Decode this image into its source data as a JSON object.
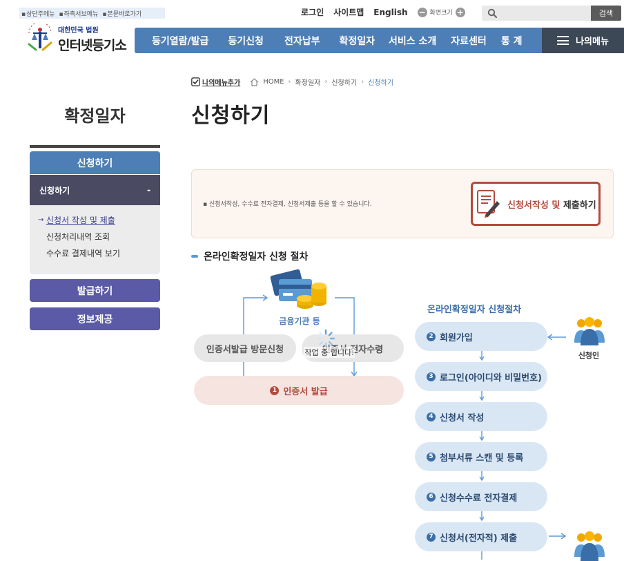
{
  "skip_links": [
    "상단주메뉴",
    "좌측서브메뉴",
    "본문바로가기"
  ],
  "util": {
    "login": "로그인",
    "sitemap": "사이트맵",
    "english": "English",
    "zoom_label": "화면크기"
  },
  "search": {
    "placeholder": "",
    "button": "검색"
  },
  "logo": {
    "line1": "대한민국 법원",
    "line2": "인터넷등기소"
  },
  "gnb": [
    "등기열람/발급",
    "등기신청",
    "전자납부",
    "확정일자",
    "서비스 소개",
    "자료센터",
    "통 계"
  ],
  "my_menu": "나의메뉴",
  "breadcrumb": {
    "add_menu": "나의메뉴추가",
    "home": "HOME",
    "path": [
      "확정일자",
      "신청하기"
    ],
    "current": "신청하기"
  },
  "lnb": {
    "title": "확정일자",
    "active_group": "신청하기",
    "sub_header": "신청하기",
    "sub_toggle": "-",
    "items": [
      "신청서 작성 및 제출",
      "신청처리내역 조회",
      "수수료 결제내역 보기"
    ],
    "groups": [
      "발급하기",
      "정보제공"
    ]
  },
  "main": {
    "title": "신청하기",
    "intro_desc": "▪ 신청서작성, 수수료 전자결제, 신청서제출 등을 할 수 있습니다.",
    "apply_btn_a": "신청서작성 및 ",
    "apply_btn_b": "제출하기",
    "section_title": "온라인확정일자 신청 절차"
  },
  "diagram_left": {
    "financial": "금융기관 등",
    "visit": "인증서발급 방문신청",
    "receive": "인증서 전자수령",
    "issue_num": "1",
    "issue": "인증서 발급",
    "loading": "작업 중 입니다."
  },
  "flow": {
    "title": "온라인확정일자 신청절차",
    "user_label": "신청인",
    "steps": [
      {
        "num": "2",
        "label": "회원가입"
      },
      {
        "num": "3",
        "label": "로그인(아이디와 비밀번호)"
      },
      {
        "num": "4",
        "label": "신청서 작성"
      },
      {
        "num": "5",
        "label": "첨부서류 스캔 및 등록"
      },
      {
        "num": "6",
        "label": "신청수수료 전자결제"
      },
      {
        "num": "7",
        "label": "신청서(전자적) 제출"
      }
    ]
  },
  "colors": {
    "brand_blue": "#4d7eb6",
    "dark_nav": "#3d4857",
    "accent_red": "#b44a3e",
    "purple": "#5a5aa6"
  }
}
